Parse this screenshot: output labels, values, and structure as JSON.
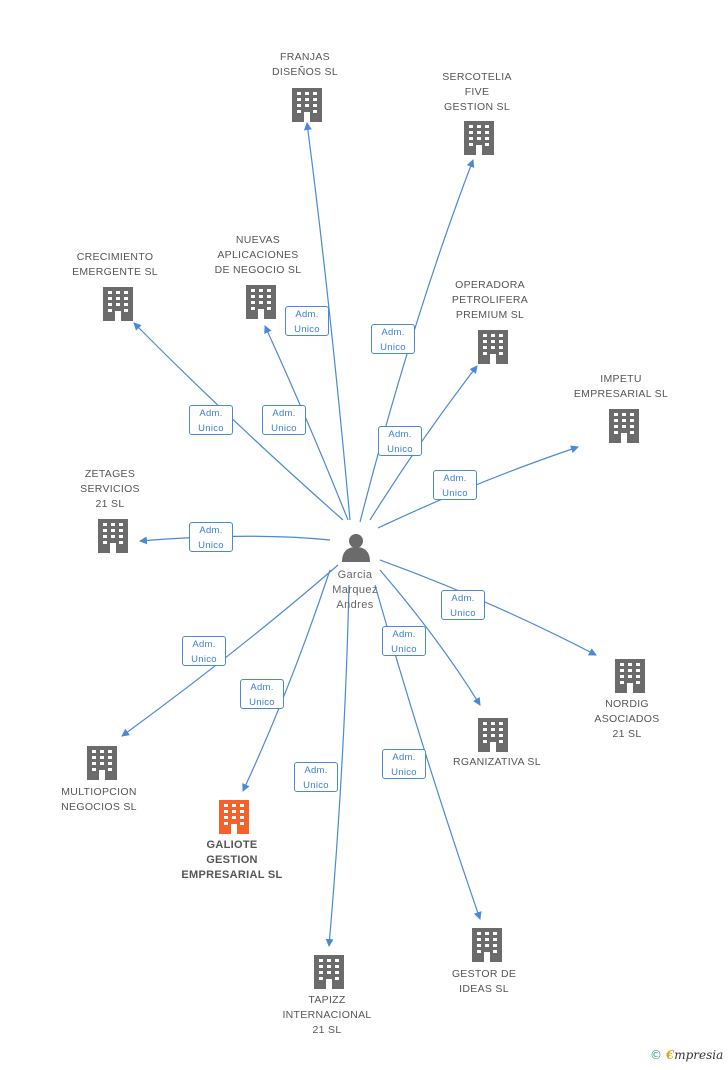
{
  "center": {
    "name": "Garcia\nMarquez\nAndres",
    "icon": "person-icon"
  },
  "relation_label": "Adm.\nUnico",
  "colors": {
    "edge": "#4a8ad4",
    "building": "#6b6b6b",
    "highlight": "#f4622b",
    "person": "#6b6b6b"
  },
  "companies": [
    {
      "id": "franjas",
      "name": "FRANJAS\nDISEÑOS SL",
      "highlight": false
    },
    {
      "id": "sercotelia",
      "name": "SERCOTELIA\nFIVE\nGESTION SL",
      "highlight": false
    },
    {
      "id": "crecimiento",
      "name": "CRECIMIENTO\nEMERGENTE SL",
      "highlight": false
    },
    {
      "id": "nuevas",
      "name": "NUEVAS\nAPLICACIONES\nDE NEGOCIO SL",
      "highlight": false
    },
    {
      "id": "operadora",
      "name": "OPERADORA\nPETROLIFERA\nPREMIUM SL",
      "highlight": false
    },
    {
      "id": "impetu",
      "name": "IMPETU\nEMPRESARIAL SL",
      "highlight": false
    },
    {
      "id": "zetages",
      "name": "ZETAGES\nSERVICIOS\n21 SL",
      "highlight": false
    },
    {
      "id": "nordig",
      "name": "NORDIG\nASOCIADOS\n21 SL",
      "highlight": false
    },
    {
      "id": "organizativa",
      "name": "RGANIZATIVA SL",
      "highlight": false
    },
    {
      "id": "multiopcion",
      "name": "MULTIOPCION\nNEGOCIOS SL",
      "highlight": false
    },
    {
      "id": "galiote",
      "name": "GALIOTE\nGESTION\nEMPRESARIAL SL",
      "highlight": true
    },
    {
      "id": "tapizz",
      "name": "TAPIZZ\nINTERNACIONAL\n21 SL",
      "highlight": false
    },
    {
      "id": "gestor",
      "name": "GESTOR DE\nIDEAS SL",
      "highlight": false
    }
  ],
  "brand": {
    "copyright": "©",
    "e": "€",
    "rest": "mpresia"
  }
}
